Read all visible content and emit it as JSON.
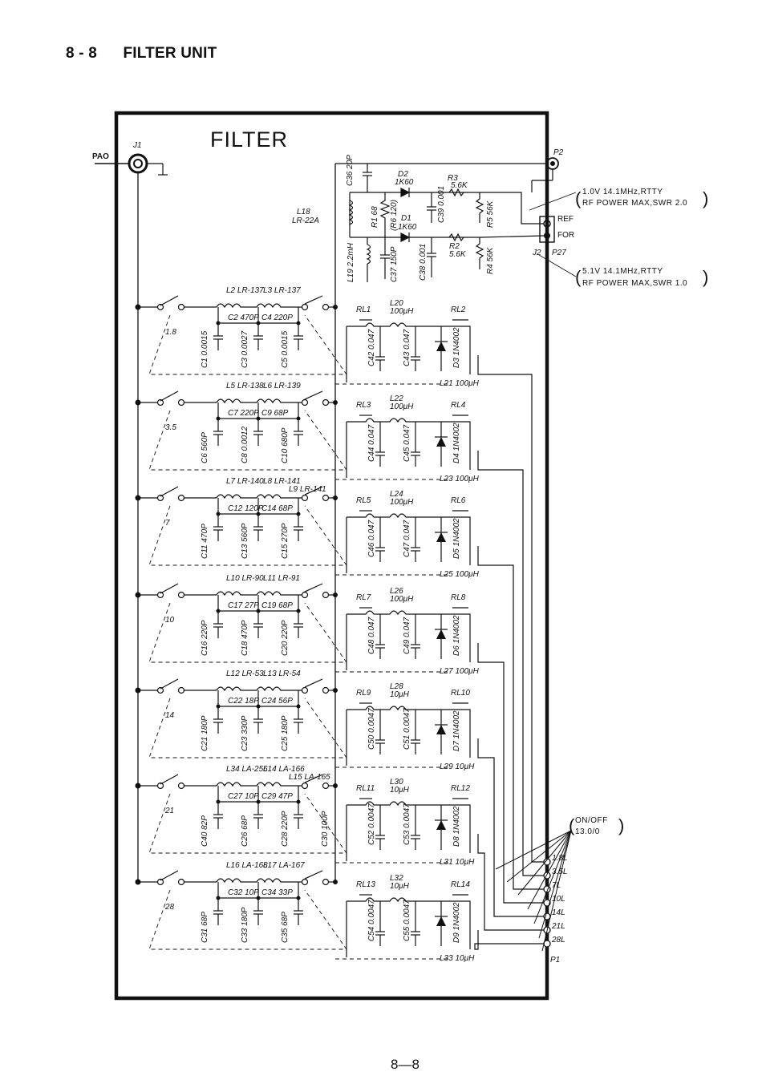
{
  "header": {
    "section": "8 - 8",
    "title": "FILTER UNIT"
  },
  "page_number": "8—8",
  "diagram": {
    "unit_title": "FILTER",
    "connectors": {
      "input": "PAO",
      "jack": "J1",
      "p2": "P2",
      "j2": "J2",
      "p27": "P27",
      "p1": "P1",
      "ref": "REF",
      "for": "FOR"
    },
    "notes": {
      "ref_line1": "1.0V 14.1MHz,RTTY",
      "ref_line2": "RF POWER MAX,SWR 2.0",
      "for_line1": "5.1V 14.1MHz,RTTY",
      "for_line2": "RF POWER MAX,SWR 1.0",
      "onoff_line1": "ON/OFF",
      "onoff_line2": "13.0/0"
    },
    "detector": {
      "c36": "C36",
      "c36_val": "20P",
      "d2": "D2",
      "d2_val": "1K60",
      "r3": "R3",
      "r3_val": "5.6K",
      "l18": "L18",
      "l18_val": "LR-22A",
      "r1": "R1 68",
      "r6": "(R6 120)",
      "d1": "D1",
      "d1_val": "1K60",
      "c39": "C39",
      "c39_val": "0.001",
      "r5": "R5 56K",
      "r2": "R2",
      "r2_val": "5.6K",
      "r4": "R4 56K",
      "l19": "L19",
      "l19_val": "2.2mH",
      "c37": "C37 150P",
      "c38": "C38 0.001"
    },
    "p1_pins": [
      "1.8L",
      "3.5L",
      "7L",
      "10L",
      "14L",
      "21L",
      "28L"
    ],
    "bands": [
      {
        "band": "1.8",
        "lpf_top": [
          "L2 LR-137",
          "L3 LR-137"
        ],
        "lpf_series": [
          "C2 470P",
          "C4 220P"
        ],
        "lpf_shunt": [
          "C1 0.0015",
          "C3 0.0027",
          "C5 0.0015"
        ],
        "rl_a": "RL1",
        "choke": "L20",
        "choke_val": "100μH",
        "rl_b": "RL2",
        "caps": [
          "C42 0.047",
          "C43 0.047"
        ],
        "diode": "D3 1N4002",
        "bottom": "L21  100μH"
      },
      {
        "band": "3.5",
        "lpf_top": [
          "L5 LR-138",
          "L6 LR-139"
        ],
        "lpf_series": [
          "C7 220P",
          "C9 68P"
        ],
        "lpf_shunt": [
          "C6 560P",
          "C8 0.0012",
          "C10 680P"
        ],
        "rl_a": "RL3",
        "choke": "L22",
        "choke_val": "100μH",
        "rl_b": "RL4",
        "caps": [
          "C44 0.047",
          "C45 0.047"
        ],
        "diode": "D4 1N4002",
        "bottom": "L23  100μH"
      },
      {
        "band": "7",
        "lpf_top": [
          "L7 LR-140",
          "L8 LR-141",
          "L9 LR-141"
        ],
        "lpf_series": [
          "C12 120P",
          "C14 68P"
        ],
        "lpf_shunt": [
          "C11 470P",
          "C13 560P",
          "C15 270P"
        ],
        "rl_a": "RL5",
        "choke": "L24",
        "choke_val": "100μH",
        "rl_b": "RL6",
        "caps": [
          "C46 0.047",
          "C47 0.047"
        ],
        "diode": "D5 1N4002",
        "bottom": "L25  100μH"
      },
      {
        "band": "10",
        "lpf_top": [
          "L10 LR-90",
          "L11 LR-91"
        ],
        "lpf_series": [
          "C17 27P",
          "C19 68P"
        ],
        "lpf_shunt": [
          "C16 220P",
          "C18 470P",
          "C20 220P"
        ],
        "rl_a": "RL7",
        "choke": "L26",
        "choke_val": "100μH",
        "rl_b": "RL8",
        "caps": [
          "C48 0.047",
          "C49 0.047"
        ],
        "diode": "D6 1N4002",
        "bottom": "L27  100μH"
      },
      {
        "band": "14",
        "lpf_top": [
          "L12 LR-53",
          "L13 LR-54"
        ],
        "lpf_series": [
          "C22 18P",
          "C24 56P"
        ],
        "lpf_shunt": [
          "C21 180P",
          "C23 330P",
          "C25 180P"
        ],
        "rl_a": "RL9",
        "choke": "L28",
        "choke_val": "10μH",
        "rl_b": "RL10",
        "caps": [
          "C50 0.0047",
          "C51 0.0047"
        ],
        "diode": "D7 1N4002",
        "bottom": "L29  10μH"
      },
      {
        "band": "21",
        "lpf_top": [
          "L34 LA-256",
          "L14 LA-166",
          "L15 LA-165"
        ],
        "lpf_series": [
          "C27 10P",
          "C29 47P"
        ],
        "lpf_shunt": [
          "C40 82P",
          "C26 68P",
          "C28 220P",
          "C30 100P"
        ],
        "rl_a": "RL11",
        "choke": "L30",
        "choke_val": "10μH",
        "rl_b": "RL12",
        "caps": [
          "C52 0.0047",
          "C53 0.0047"
        ],
        "diode": "D8 1N4002",
        "bottom": "L31  10μH"
      },
      {
        "band": "28",
        "lpf_top": [
          "L16 LA-168",
          "L17 LA-167"
        ],
        "lpf_series": [
          "C32 10P",
          "C34 33P"
        ],
        "lpf_shunt": [
          "C31 68P",
          "C33 180P",
          "C35 68P"
        ],
        "rl_a": "RL13",
        "choke": "L32",
        "choke_val": "10μH",
        "rl_b": "RL14",
        "caps": [
          "C54 0.0047",
          "C55 0.0047"
        ],
        "diode": "D9 1N4002",
        "bottom": "L33  10μH"
      }
    ]
  }
}
